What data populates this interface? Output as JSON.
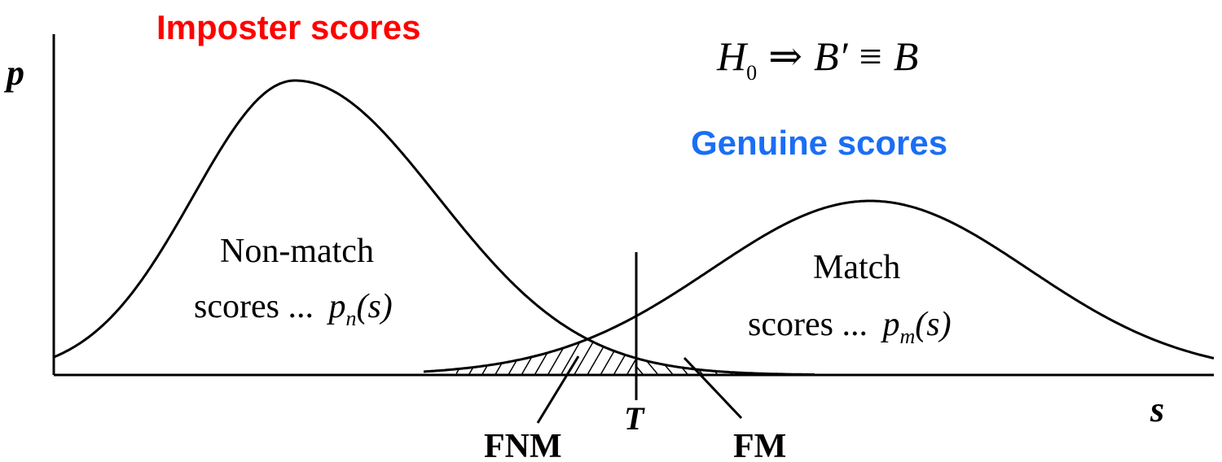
{
  "title_imposter": {
    "text": "Imposter scores",
    "color": "#ff0000"
  },
  "title_genuine": {
    "text": "Genuine scores",
    "color": "#1a6ef5"
  },
  "hypothesis": {
    "h": "H",
    "sub": "0",
    "arrow": "⇒",
    "bprime": "B′",
    "equiv": "≡",
    "b": "B"
  },
  "axes": {
    "y_label": "p",
    "x_label": "s"
  },
  "threshold": {
    "label": "T"
  },
  "nonmatch": {
    "line1": "Non-match",
    "prefix": "scores ... ",
    "p": "p",
    "sub": "n",
    "arg": "(s)"
  },
  "match": {
    "line1": "Match",
    "prefix": "scores ... ",
    "p": "p",
    "sub": "m",
    "arg": "(s)"
  },
  "errors": {
    "fnm": "FNM",
    "fm": "FM"
  }
}
